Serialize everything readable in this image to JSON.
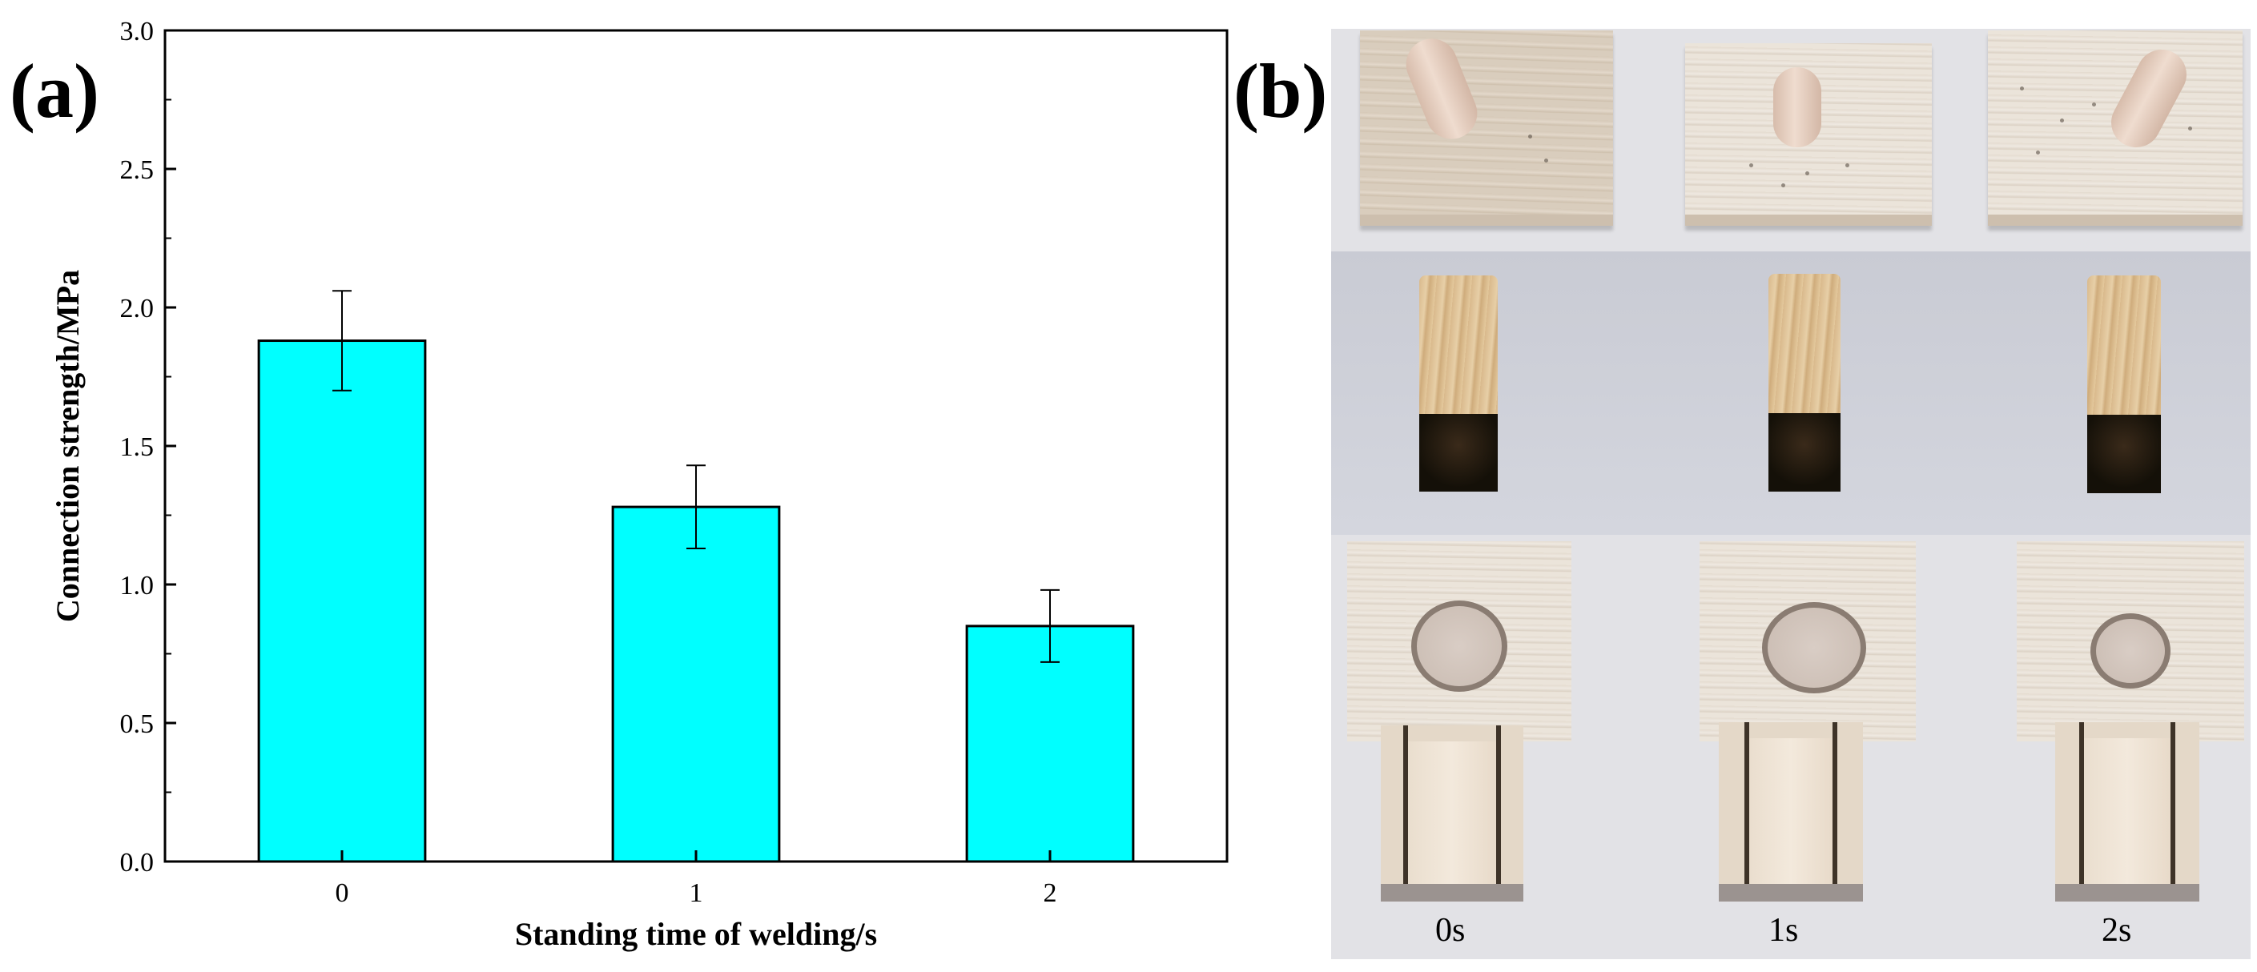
{
  "panels": {
    "a_label": "(a)",
    "b_label": "(b)"
  },
  "chart_data": {
    "type": "bar",
    "categories": [
      "0",
      "1",
      "2"
    ],
    "values": [
      1.88,
      1.28,
      0.85
    ],
    "errors": [
      0.18,
      0.15,
      0.13
    ],
    "xlabel": "Standing time of welding/s",
    "ylabel": "Connection strength/MPa",
    "ylim": [
      0,
      3.0
    ],
    "yticks": [
      0.0,
      0.5,
      1.0,
      1.5,
      2.0,
      2.5,
      3.0
    ],
    "ytick_labels": [
      "0.0",
      "0.5",
      "1.0",
      "1.5",
      "2.0",
      "2.5",
      "3.0"
    ],
    "grid": false,
    "bar_color": "#00ffff",
    "bar_edge_color": "#000000"
  },
  "photos": {
    "column_labels": [
      "0s",
      "1s",
      "2s"
    ],
    "background_color": "#e2e2e6"
  }
}
